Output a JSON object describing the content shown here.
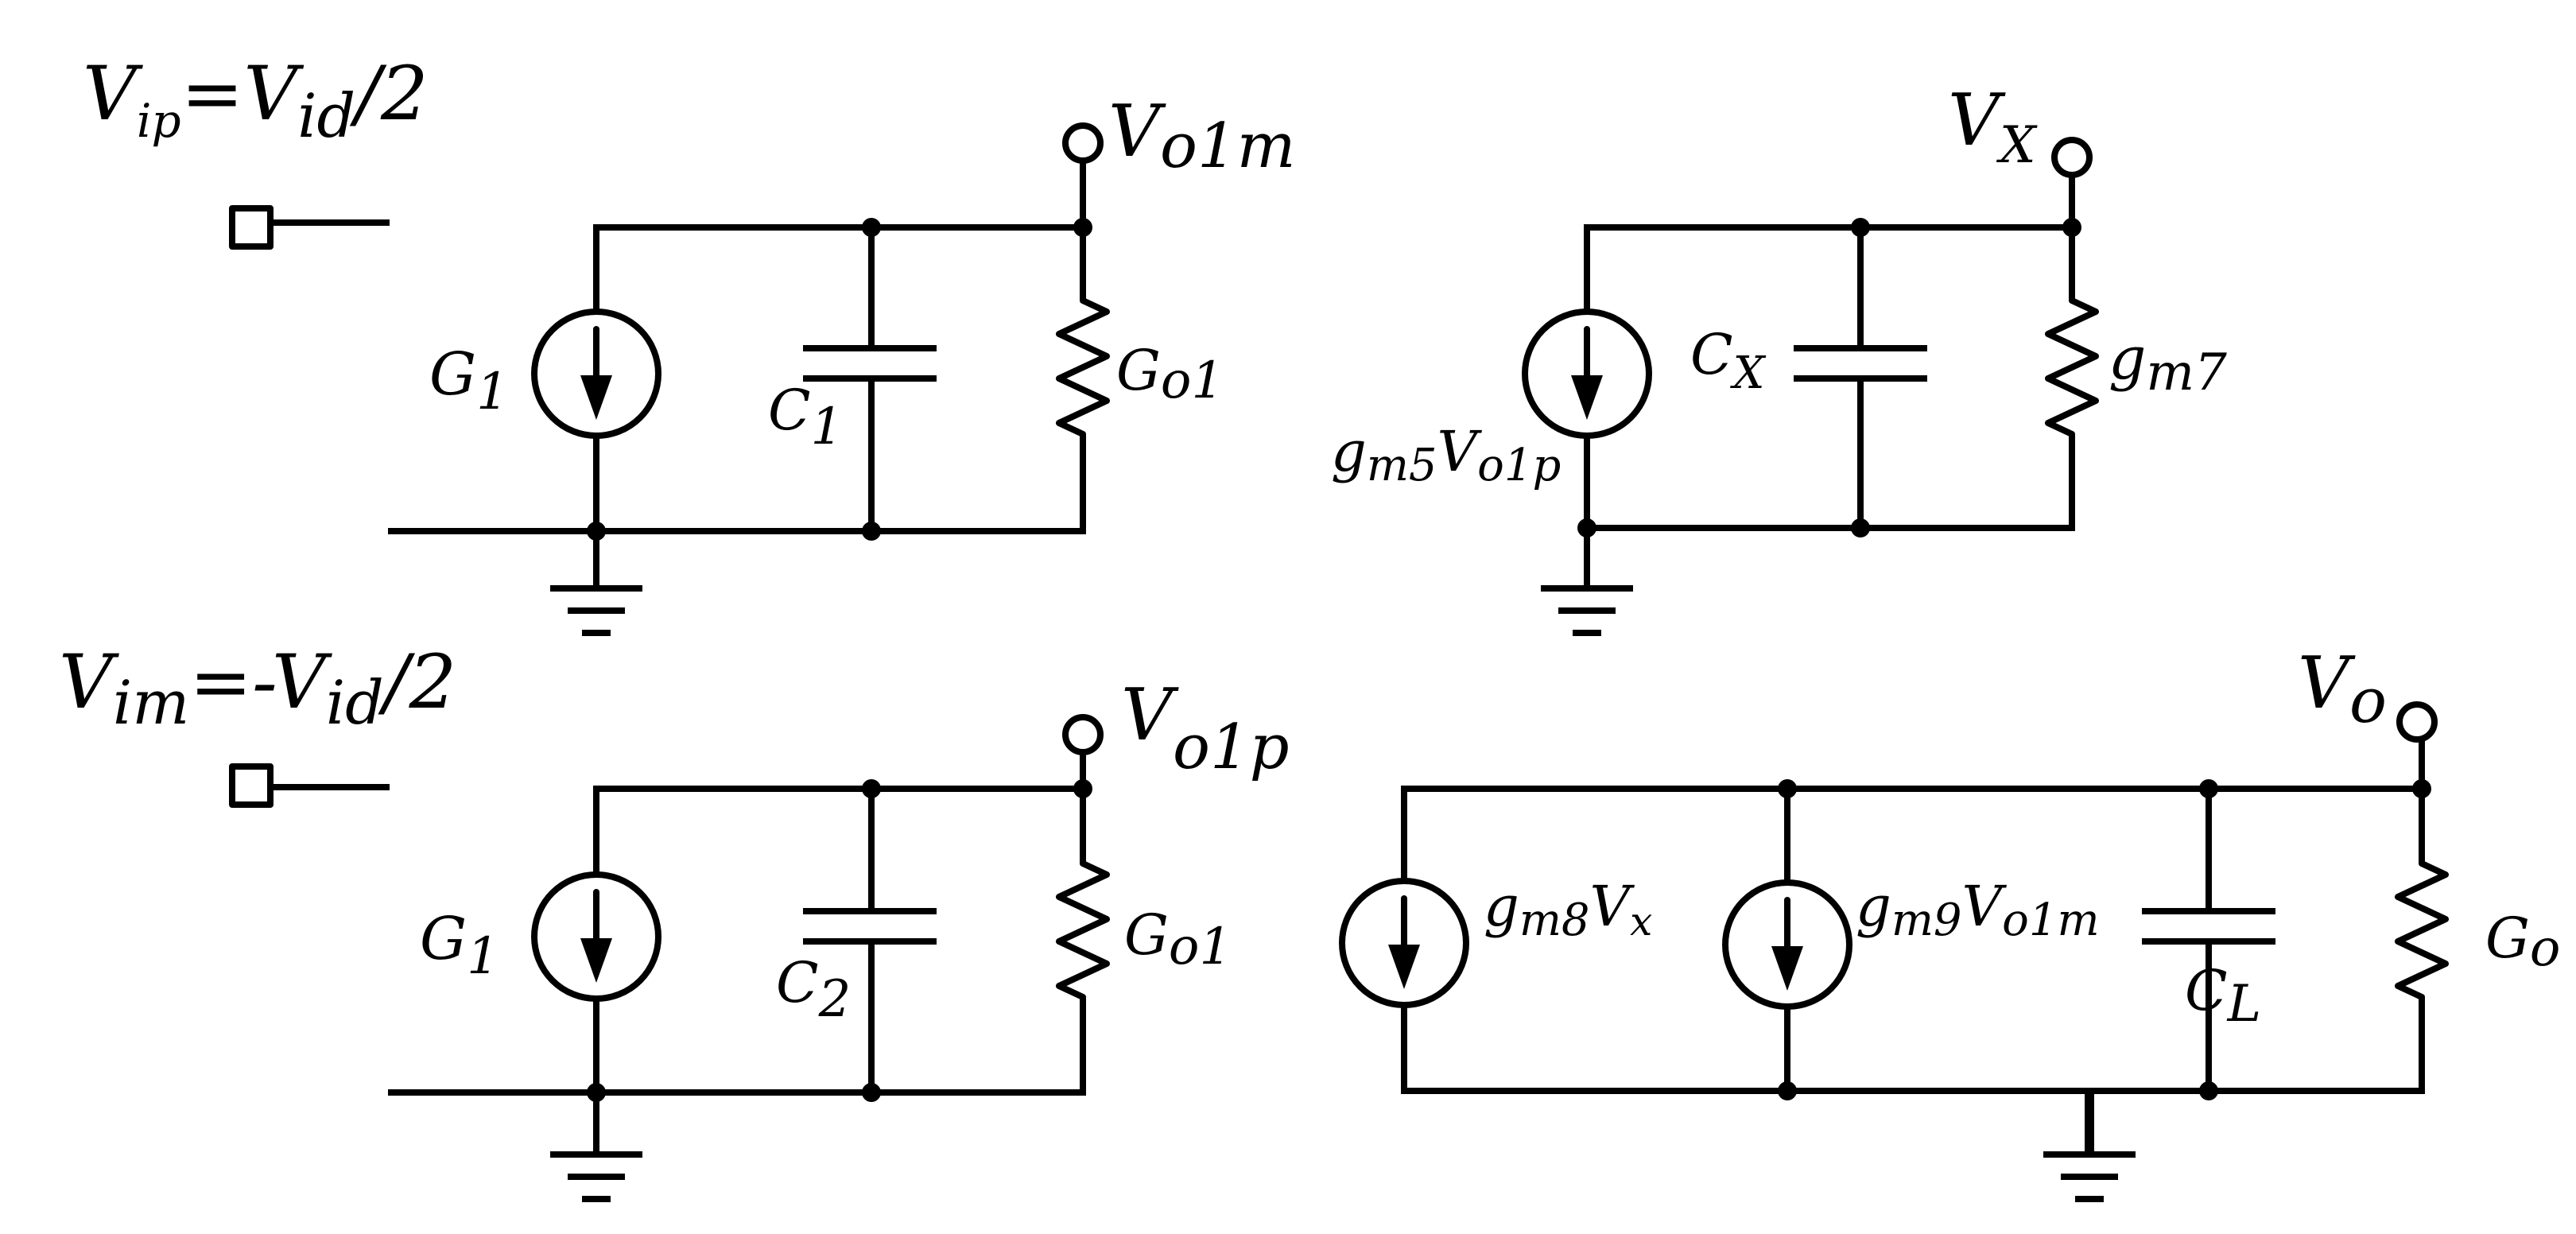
{
  "labels": {
    "vip": {
      "main": "V",
      "sub": "ip",
      "rest_main": "=V",
      "rest_sub": "id",
      "rest_tail": "/2"
    },
    "vim": {
      "main": "V",
      "sub": "im",
      "rest_main": "=-V",
      "rest_sub": "id",
      "rest_tail": "/2"
    },
    "vo1m": {
      "main": "V",
      "sub": "o1m"
    },
    "vo1p": {
      "main": "V",
      "sub": "o1p"
    },
    "vx": {
      "main": "V",
      "sub": "X"
    },
    "vo": {
      "main": "V",
      "sub": "o"
    },
    "g1_top": {
      "main": "G",
      "sub": "1"
    },
    "g1_bottom": {
      "main": "G",
      "sub": "1"
    },
    "c1": {
      "main": "C",
      "sub": "1"
    },
    "c2": {
      "main": "C",
      "sub": "2"
    },
    "go1_top": {
      "main": "G",
      "sub": "o1"
    },
    "go1_bottom": {
      "main": "G",
      "sub": "o1"
    },
    "cx": {
      "main": "C",
      "sub": "X"
    },
    "gm7": {
      "main": "g",
      "sub": "m7"
    },
    "gm5": {
      "main": "g",
      "sub": "m5",
      "main2": "V",
      "sub2": "o1p"
    },
    "gm8": {
      "main": "g",
      "sub": "m8",
      "main2": "V",
      "sub2": "x"
    },
    "gm9": {
      "main": "g",
      "sub": "m9",
      "main2": "V",
      "sub2": "o1m"
    },
    "cl": {
      "main": "C",
      "sub": "L"
    },
    "go": {
      "main": "G",
      "sub": "o"
    }
  }
}
